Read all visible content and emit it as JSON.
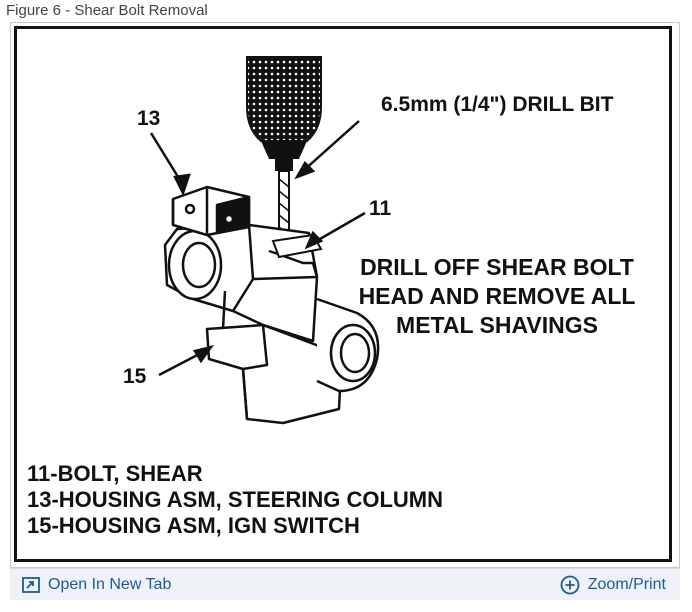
{
  "figure_title": "Figure 6 - Shear Bolt Removal",
  "callouts": {
    "drill_bit": "6.5mm (1/4\") DRILL BIT",
    "c13": "13",
    "c11": "11",
    "c15": "15"
  },
  "instruction": [
    "DRILL OFF SHEAR BOLT",
    "HEAD AND REMOVE ALL",
    "METAL SHAVINGS"
  ],
  "legend": [
    "11-BOLT, SHEAR",
    "13-HOUSING ASM, STEERING COLUMN",
    "15-HOUSING ASM, IGN SWITCH"
  ],
  "toolbar": {
    "open_new_tab": "Open In New Tab",
    "zoom_print": "Zoom/Print"
  },
  "colors": {
    "link": "#1b5a9c",
    "toolbar_bg": "#eef2f6"
  },
  "icons": {
    "open_new_tab": "open-new-tab-icon",
    "zoom_print": "zoom-plus-icon"
  }
}
